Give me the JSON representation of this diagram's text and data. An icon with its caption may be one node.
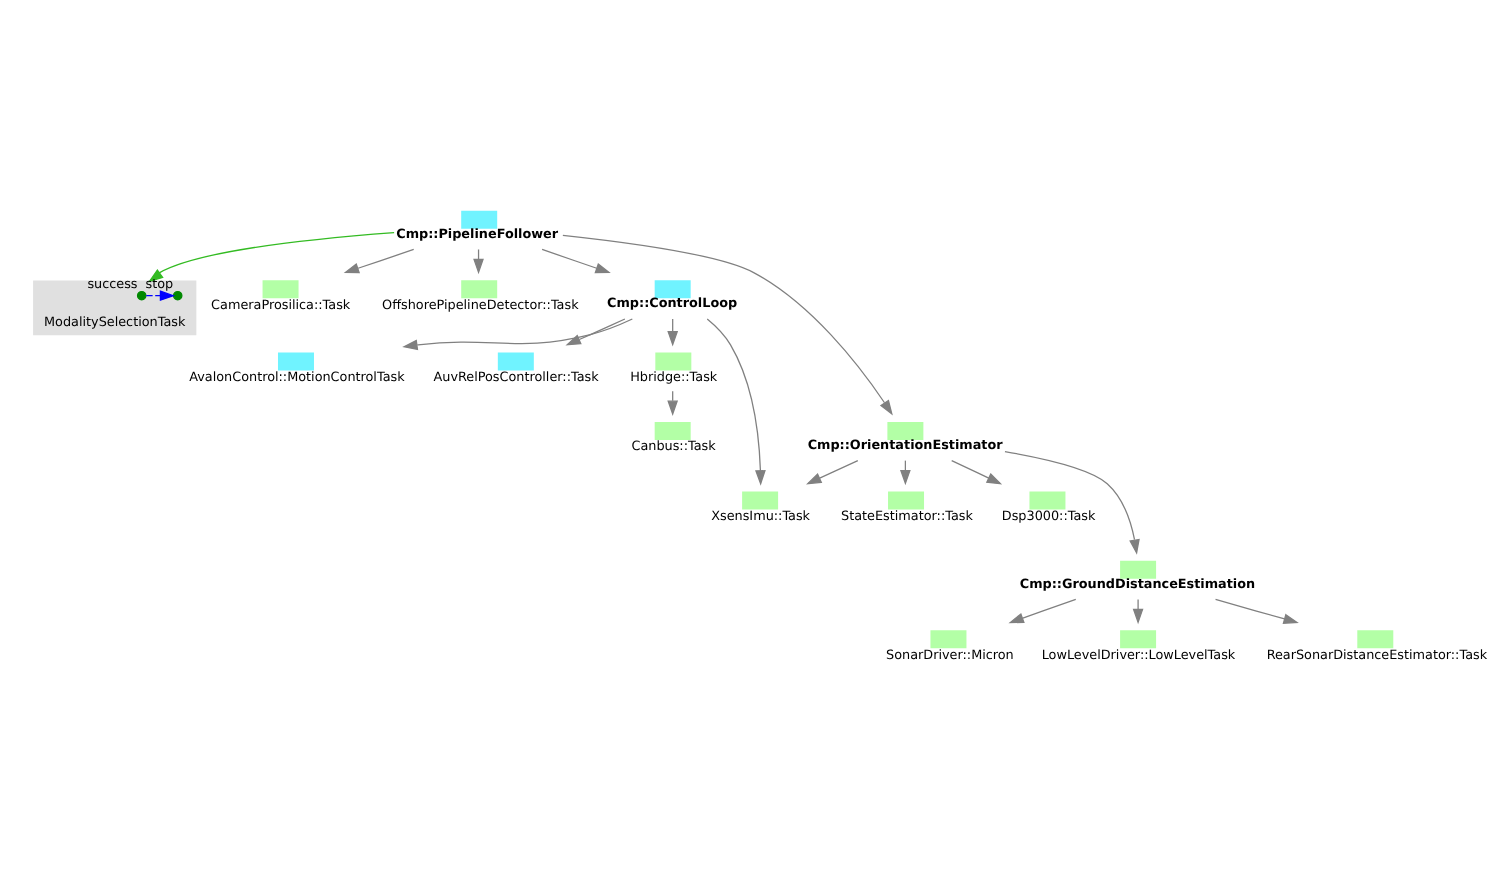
{
  "diagram": {
    "nodes": [
      {
        "text": [
          "Cmp::PipelineFollower"
        ]
      },
      {
        "text": [
          "ModalitySelectionTask"
        ]
      },
      {
        "text": [
          "success"
        ],
        "in": 1
      },
      {
        "text": [
          "stop"
        ],
        "in": 1
      },
      {
        "text": [
          "CameraProsilica::Task"
        ]
      },
      {
        "text": [
          "OffshorePipelineDetector::Task"
        ]
      },
      {
        "text": [
          "Cmp::ControlLoop"
        ]
      },
      {
        "text": [
          "AvalonControl::MotionControlTask"
        ]
      },
      {
        "text": [
          "AuvRelPosController::Task"
        ]
      },
      {
        "text": [
          "Hbridge::Task"
        ]
      },
      {
        "text": [
          "Canbus::Task"
        ]
      },
      {
        "text": [
          "Cmp::OrientationEstimator"
        ]
      },
      {
        "text": [
          "StateEstimator::Task"
        ]
      },
      {
        "text": [
          "XsensImu::Task"
        ]
      },
      {
        "text": [
          "Dsp3000::Task"
        ]
      },
      {
        "text": [
          "Cmp::GroundDistanceEstimation"
        ]
      },
      {
        "text": [
          "SonarDriver::Micron"
        ]
      },
      {
        "text": [
          "LowLevelDriver::LowLevelTask"
        ]
      },
      {
        "text": [
          "RearSonarDistanceEstimator::Task"
        ]
      }
    ],
    "edges": [
      {
        "from": 0,
        "to": 1,
        "arrow": "to",
        "color": "#33bb22"
      },
      {
        "from": 2,
        "to": 3,
        "arrow": "to",
        "style": "dashed",
        "color": "#0000ff"
      },
      {
        "from": 0,
        "to": 4,
        "arrow": "to"
      },
      {
        "from": 0,
        "to": 5,
        "arrow": "to"
      },
      {
        "from": 0,
        "to": 6,
        "arrow": "to"
      },
      {
        "from": 0,
        "to": 11,
        "arrow": "to"
      },
      {
        "from": 6,
        "to": 7,
        "arrow": "to"
      },
      {
        "from": 6,
        "to": 8,
        "arrow": "to"
      },
      {
        "from": 6,
        "to": 9,
        "arrow": "to"
      },
      {
        "from": 6,
        "to": 13,
        "arrow": "to"
      },
      {
        "from": 9,
        "to": 10,
        "arrow": "to"
      },
      {
        "from": 11,
        "to": 12,
        "arrow": "to"
      },
      {
        "from": 11,
        "to": 13,
        "arrow": "to"
      },
      {
        "from": 11,
        "to": 14,
        "arrow": "to"
      },
      {
        "from": 11,
        "to": 15,
        "arrow": "to"
      },
      {
        "from": 15,
        "to": 18,
        "arrow": "to"
      },
      {
        "from": 15,
        "to": 17,
        "arrow": "to"
      },
      {
        "from": 15,
        "to": 16,
        "arrow": "to"
      }
    ]
  }
}
